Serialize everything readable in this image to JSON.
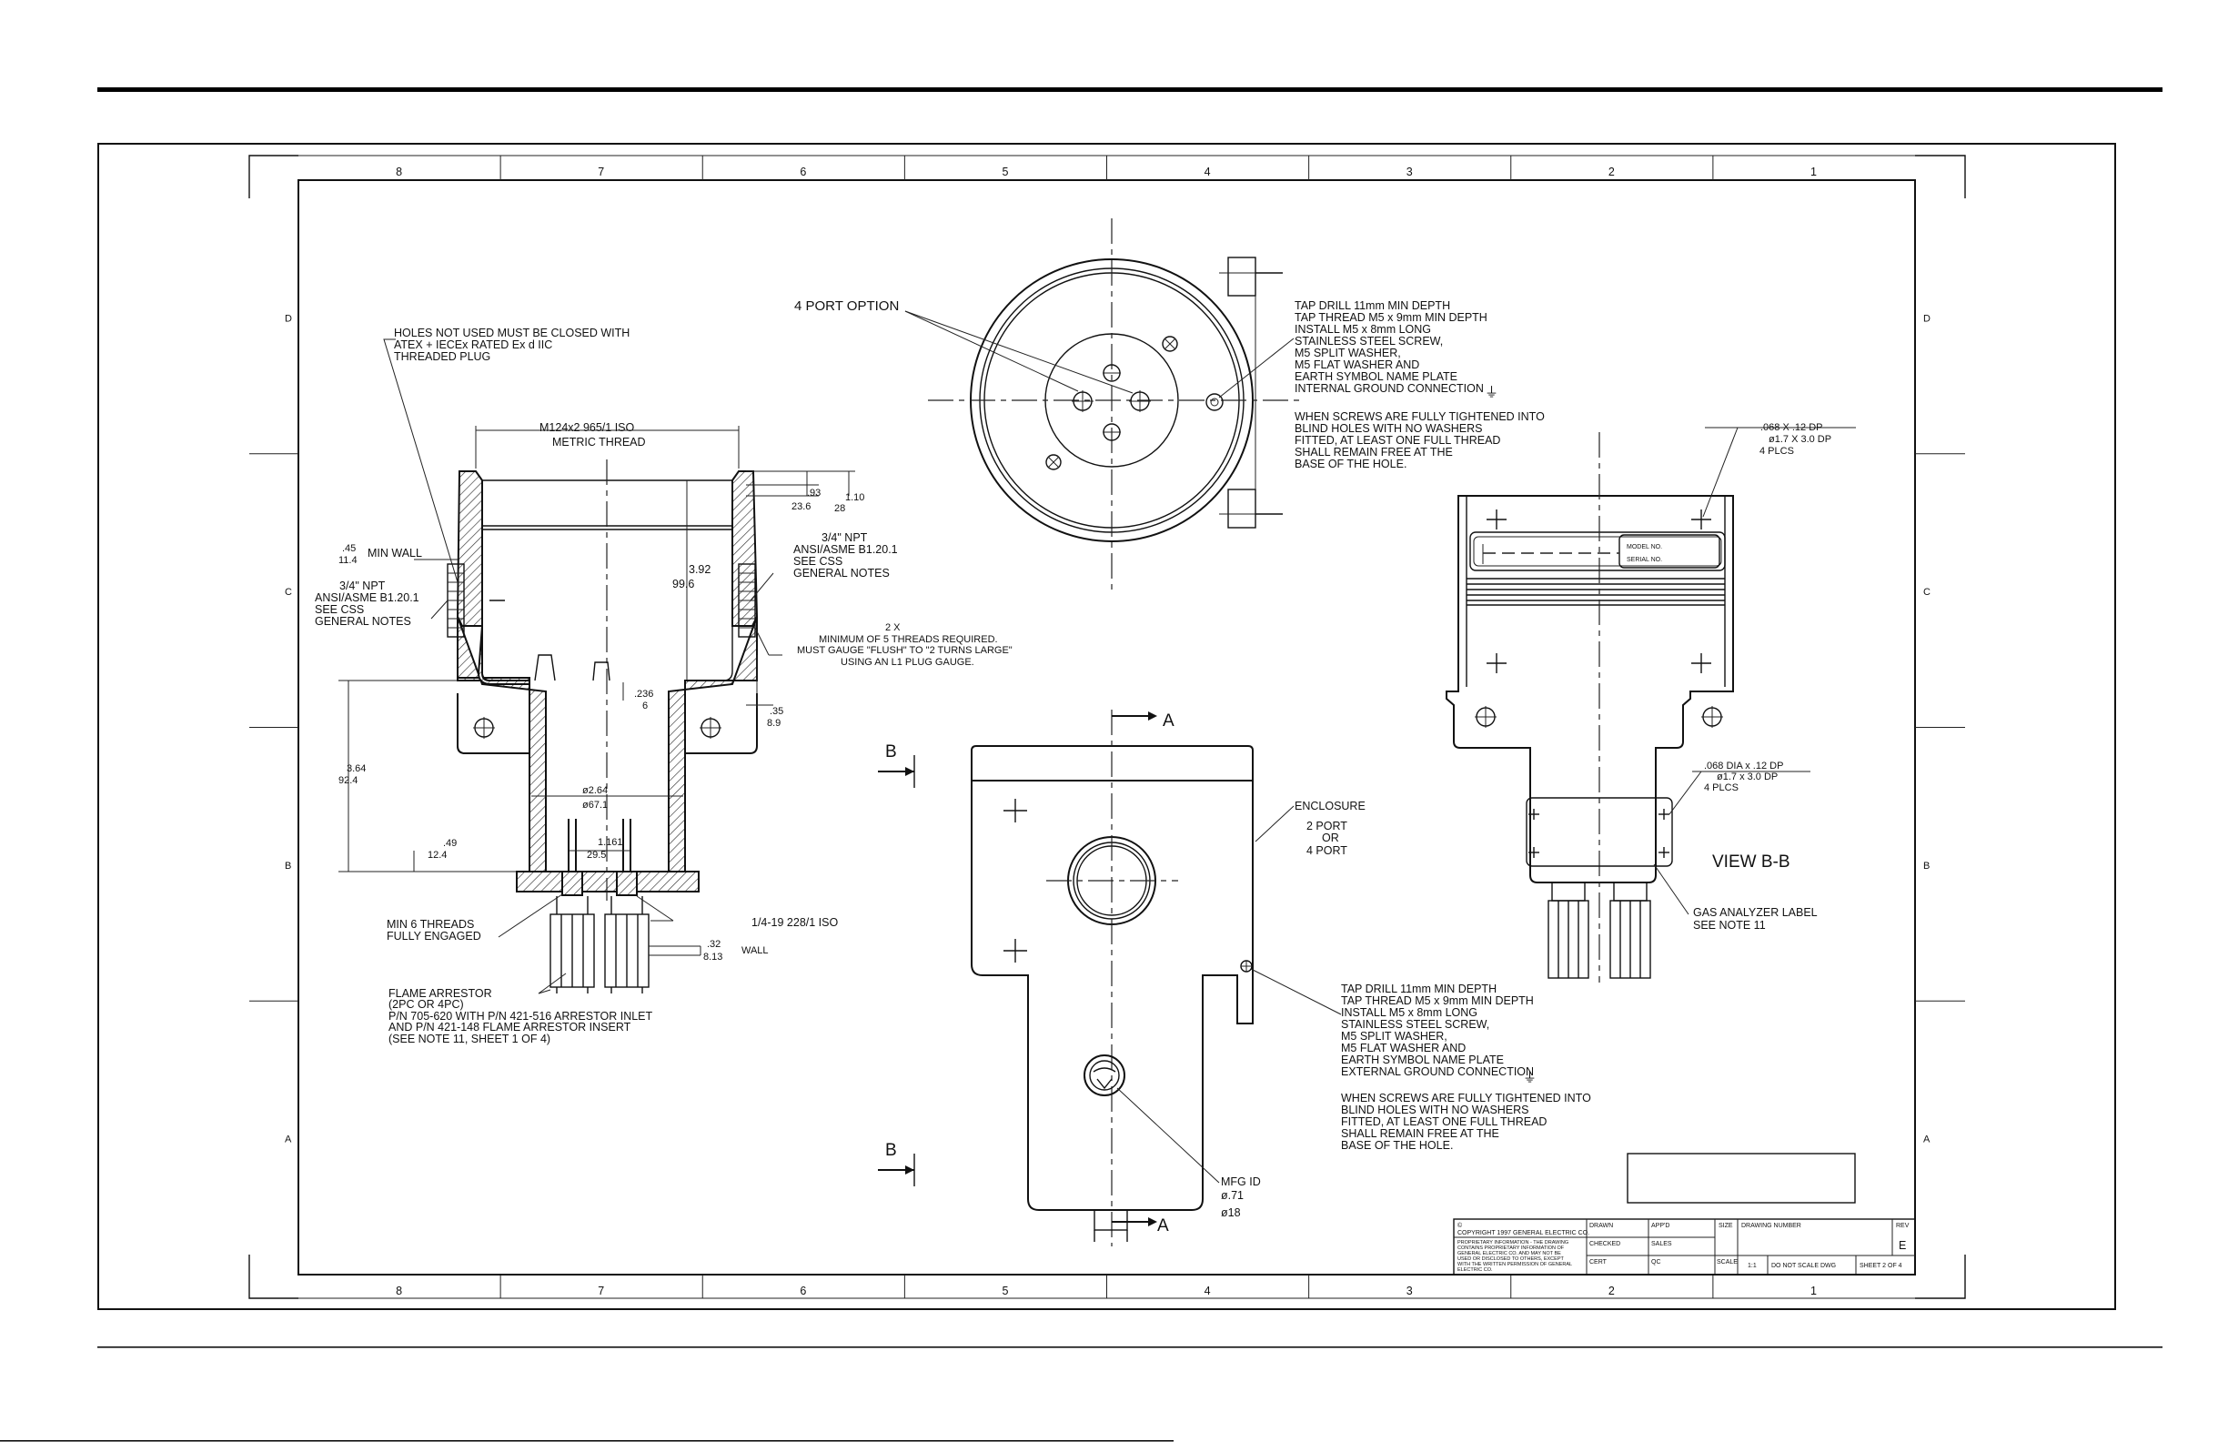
{
  "frame": {
    "columns": [
      "8",
      "7",
      "6",
      "5",
      "4",
      "3",
      "2",
      "1"
    ],
    "rows": [
      "D",
      "C",
      "B",
      "A"
    ]
  },
  "top_view": {
    "port_option": "4 PORT OPTION",
    "tap_note": [
      "TAP DRILL 11mm MIN DEPTH",
      "TAP THREAD M5 x 9mm MIN DEPTH",
      "INSTALL M5 x 8mm LONG",
      "STAINLESS STEEL SCREW,",
      "M5 SPLIT WASHER,",
      "M5 FLAT WASHER AND",
      "EARTH SYMBOL NAME PLATE",
      "INTERNAL GROUND CONNECTION"
    ],
    "screw_note": [
      "WHEN SCREWS ARE FULLY TIGHTENED INTO",
      "BLIND HOLES WITH NO WASHERS",
      "FITTED, AT LEAST ONE FULL THREAD",
      "SHALL REMAIN FREE AT THE",
      "BASE OF THE HOLE."
    ]
  },
  "section_view": {
    "plug_note": [
      "HOLES NOT USED MUST BE CLOSED WITH",
      "ATEX + IECEx RATED Ex d IIC",
      "THREADED PLUG"
    ],
    "thread": [
      "M124x2 965/1 ISO",
      "METRIC THREAD"
    ],
    "dims": {
      "d093": ".93",
      "d236mm": "23.6",
      "d110": "1.10",
      "d28": "28",
      "d392": "3.92",
      "d996": "99.6",
      "d045": ".45",
      "d114": "11.4",
      "min_wall": "MIN WALL",
      "d236b": ".236",
      "d6": "6",
      "d035": ".35",
      "d89": "8.9",
      "d364": "3.64",
      "d924": "92.4",
      "d264": "ø2.64",
      "d671": "ø67.1",
      "d1161": "1.161",
      "d295": "29.5",
      "d049": ".49",
      "d124": "12.4",
      "d032": ".32",
      "d813": "8.13",
      "wall": "WALL"
    },
    "npt_right": [
      "3/4\" NPT",
      "ANSI/ASME B1.20.1",
      "SEE CSS",
      "GENERAL NOTES"
    ],
    "npt_left": [
      "3/4\" NPT",
      "ANSI/ASME B1.20.1",
      "SEE CSS",
      "GENERAL NOTES"
    ],
    "gauge_note": [
      "2 X",
      "MINIMUM OF 5 THREADS REQUIRED.",
      "MUST GAUGE \"FLUSH\" TO \"2 TURNS LARGE\"",
      "USING AN L1 PLUG GAUGE."
    ],
    "min_threads": [
      "MIN 6 THREADS",
      "FULLY ENGAGED"
    ],
    "quarter_thread": "1/4-19 228/1 ISO",
    "arrestor": [
      "FLAME ARRESTOR",
      "(2PC OR 4PC)",
      "P/N 705-620 WITH P/N 421-516 ARRESTOR INLET",
      "AND P/N 421-148 FLAME ARRESTOR INSERT",
      "(SEE NOTE 11, SHEET 1 OF 4)"
    ]
  },
  "front_view": {
    "letter_a": "A",
    "letter_b": "B",
    "enclosure": [
      "ENCLOSURE",
      "2 PORT",
      "OR",
      "4 PORT"
    ],
    "tap_note": [
      "TAP DRILL 11mm MIN DEPTH",
      "TAP THREAD M5 x 9mm MIN DEPTH",
      "INSTALL M5 x 8mm LONG",
      "STAINLESS STEEL SCREW,",
      "M5 SPLIT WASHER,",
      "M5 FLAT WASHER AND",
      "EARTH SYMBOL NAME PLATE",
      "EXTERNAL GROUND CONNECTION"
    ],
    "screw_note": [
      "WHEN SCREWS ARE FULLY TIGHTENED INTO",
      "BLIND HOLES WITH NO WASHERS",
      "FITTED, AT LEAST ONE FULL THREAD",
      "SHALL REMAIN FREE AT THE",
      "BASE OF THE HOLE."
    ],
    "mfg": [
      "MFG ID",
      "ø.71",
      "ø18"
    ]
  },
  "side_view": {
    "hole_note_1": [
      ".068 X .12 DP",
      "ø1.7 X 3.0 DP",
      "4 PLCS"
    ],
    "hole_note_2": [
      ".068 DIA x .12 DP",
      "ø1.7 x 3.0 DP",
      "4 PLCS"
    ],
    "model_no": "MODEL NO.",
    "serial_no": "SERIAL NO.",
    "view_label": "VIEW B-B",
    "label_note": [
      "GAS ANALYZER LABEL",
      "SEE NOTE 11"
    ]
  },
  "title_block": {
    "copyright": [
      "©",
      "COPYRIGHT 1997 GENERAL ELECTRIC CO."
    ],
    "proprietary": [
      "PROPRIETARY INFORMATION - THE DRAWING",
      "CONTAINS PROPRIETARY INFORMATION OF",
      "GENERAL ELECTRIC CO. AND MAY NOT BE",
      "USED OR DISCLOSED TO OTHERS, EXCEPT",
      "WITH THE WRITTEN PERMISSION OF GENERAL",
      "ELECTRIC CO."
    ],
    "drawn": "DRAWN",
    "appd": "APP'D",
    "checked": "CHECKED",
    "sales": "SALES",
    "cert": "CERT",
    "qc": "QC",
    "size": "SIZE",
    "drawing_number": "DRAWING NUMBER",
    "rev": "REV",
    "rev_value": "E",
    "scale": "SCALE",
    "scale_value": "1:1",
    "do_not_scale": "DO NOT SCALE DWG",
    "sheet": "SHEET 2 OF 4"
  }
}
